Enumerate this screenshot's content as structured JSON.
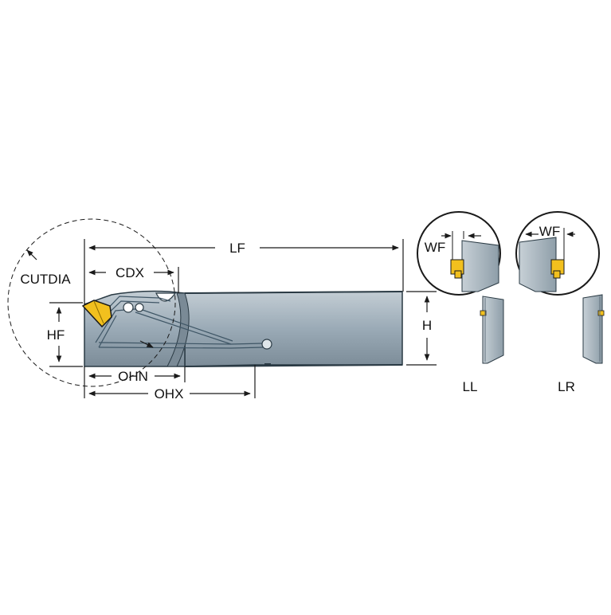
{
  "labels": {
    "lf": "LF",
    "cdx": "CDX",
    "cutdia": "CUTDIA",
    "hf": "HF",
    "h": "H",
    "ohn": "OHN",
    "ohx": "OHX",
    "wf_left": "WF",
    "wf_right": "WF",
    "ll": "LL",
    "lr": "LR"
  },
  "colors": {
    "body": "#9aaab6",
    "body_light": "#c3cdd4",
    "body_dark": "#5f6f7a",
    "insert": "#f2c01e",
    "insert_dark": "#8a6a00",
    "coolant": "#7d93a3",
    "line": "#1a1a1a"
  }
}
